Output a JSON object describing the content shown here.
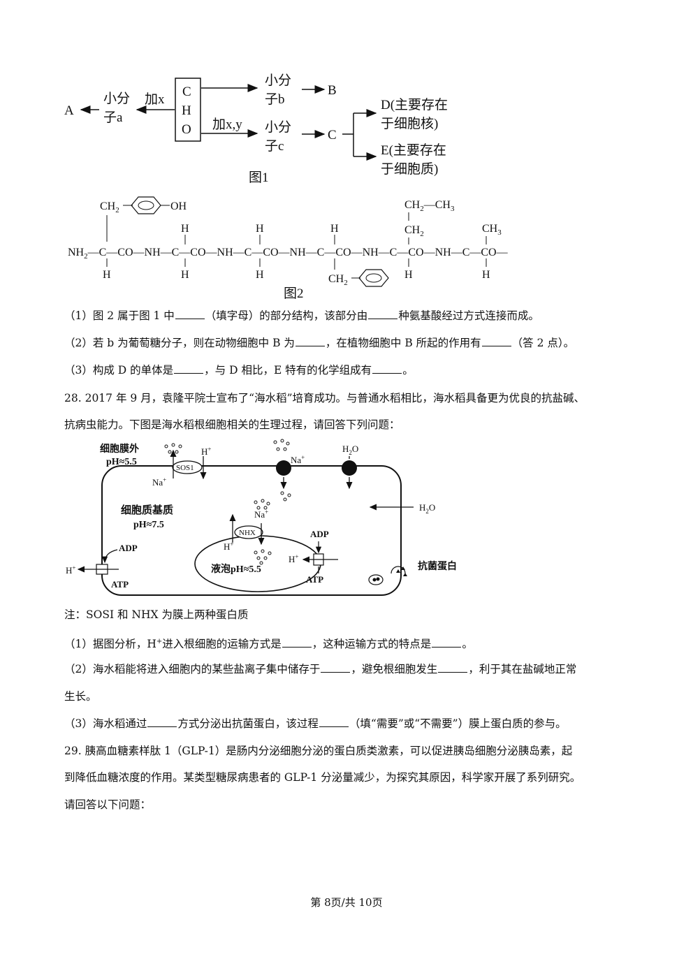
{
  "figure1": {
    "A": "A",
    "small_a_1": "小分",
    "small_a_2": "子a",
    "add_x": "加x",
    "box_c": "C",
    "box_h": "H",
    "box_o": "O",
    "small_b_1": "小分",
    "small_b_2": "子b",
    "B": "B",
    "add_xy": "加x,y",
    "small_c_1": "小分",
    "small_c_2": "子c",
    "C": "C",
    "D_1": "D(主要存在",
    "D_2": "于细胞核)",
    "E_1": "E(主要存在",
    "E_2": "于细胞质)",
    "caption": "图1"
  },
  "figure2": {
    "caption": "图2",
    "nh2": "NH",
    "ch2": "CH",
    "oh": "OH",
    "h": "H",
    "c": "C",
    "co": "CO",
    "nh": "NH",
    "ch3": "CH",
    "sub2": "2",
    "sub3": "3",
    "co_end": "CO—"
  },
  "q27": {
    "line1a": "（1）图 2 属于图 1 中",
    "line1b": "（填字母）的部分结构，该部分由",
    "line1c": "种氨基酸经过方式连接而成。",
    "line2a": "（2）若 b 为葡萄糖分子，则在动物细胞中 B 为",
    "line2b": "，在植物细胞中 B 所起的作用有",
    "line2c": "（答 2 点）。",
    "line3a": "（3）构成 D 的单体是",
    "line3b": "，与 D 相比，E 特有的化学组成有",
    "line3c": "。"
  },
  "q28": {
    "intro1": "28. 2017 年 9 月，袁隆平院士宣布了“海水稻”培育成功。与普通水稻相比，海水稻具备更为优良的抗盐碱、",
    "intro2": "抗病虫能力。下图是海水稻根细胞相关的生理过程，请回答下列问题：",
    "diagram": {
      "outside": "细胞膜外",
      "ph_out": "pH≈5.5",
      "hplus": "H",
      "plus": "+",
      "sos1": "SOS1",
      "na": "Na",
      "h2o": "H",
      "h2o_tail": "O",
      "matrix": "细胞质基质",
      "ph_matrix": "pH≈7.5",
      "nhx": "NHX",
      "adp": "ADP",
      "atp": "ATP",
      "vacuole": "液泡pH≈5.5",
      "antibacterial": "抗菌蛋白"
    },
    "note": "注：SOSI 和 NHX 为膜上两种蛋白质",
    "q1a": "（1）据图分析，H",
    "q1b": "进入根细胞的运输方式是",
    "q1c": "，这种运输方式的特点是",
    "q1d": "。",
    "q2a": "（2）海水稻能将进入细胞内的某些盐离子集中储存于",
    "q2b": "，避免根细胞发生",
    "q2c": "，利于其在盐碱地正常",
    "q2d": "生长。",
    "q3a": "（3）海水稻通过",
    "q3b": "方式分泌出抗菌蛋白，该过程",
    "q3c": "（填“需要”或“不需要”）膜上蛋白质的参与。"
  },
  "q29": {
    "line1": "29. 胰高血糖素样肽 1（GLP-1）是肠内分泌细胞分泌的蛋白质类激素，可以促进胰岛细胞分泌胰岛素，起",
    "line2": "到降低血糖浓度的作用。某类型糖尿病患者的 GLP-1 分泌量减少，为探究其原因，科学家开展了系列研究。",
    "line3": "请回答以下问题："
  },
  "footer": "第 8页/共 10页"
}
